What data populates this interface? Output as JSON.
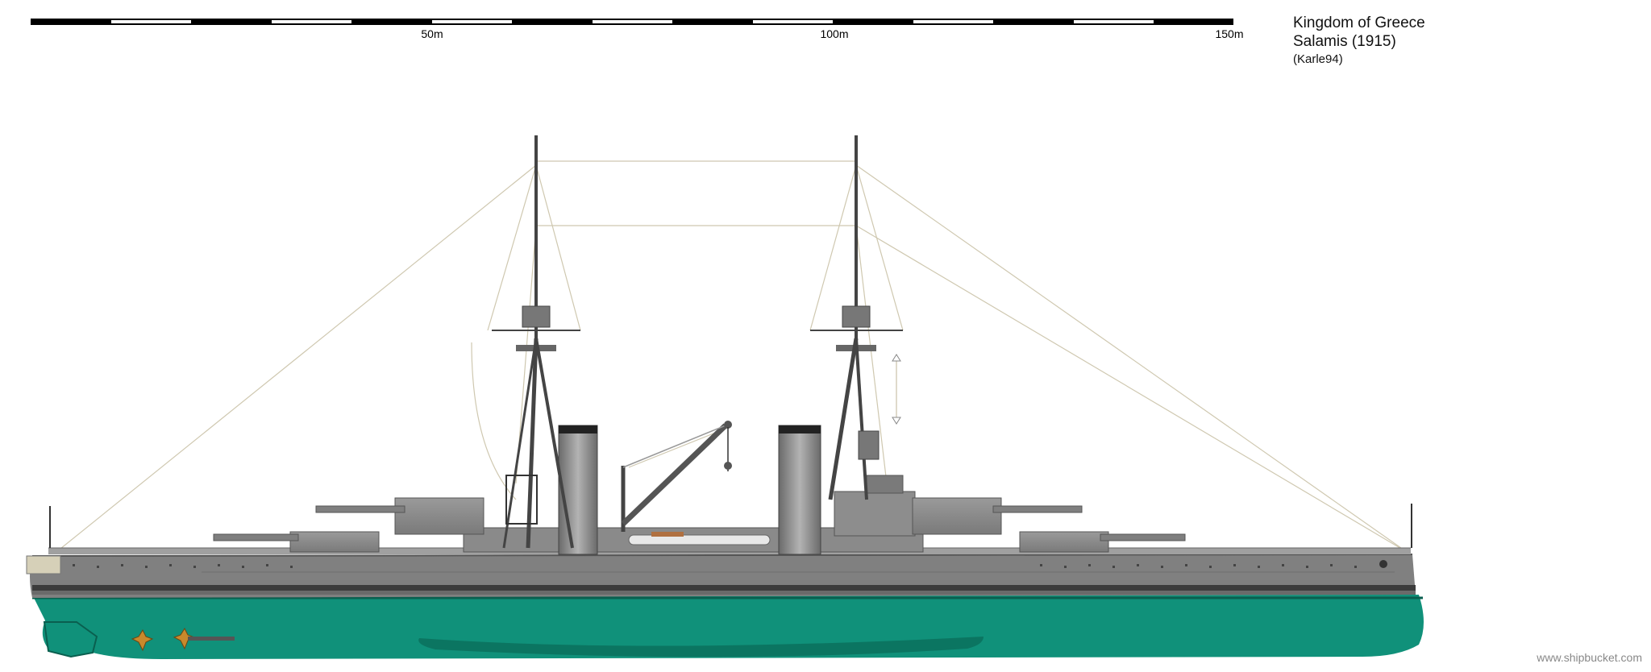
{
  "scale": {
    "labels": [
      "50m",
      "100m",
      "150m"
    ]
  },
  "info": {
    "country": "Kingdom of Greece",
    "ship": "Salamis (1915)",
    "author": "(Karle94)"
  },
  "watermark": "www.shipbucket.com",
  "colors": {
    "hull_grey": "#7f7f7f",
    "hull_dark": "#3a3a3a",
    "underwater": "#10917a",
    "underwater_dark": "#0a6f5c",
    "deck_grey": "#a8a8a8",
    "rigging": "#c9c2a8",
    "propeller": "#c8892c"
  }
}
